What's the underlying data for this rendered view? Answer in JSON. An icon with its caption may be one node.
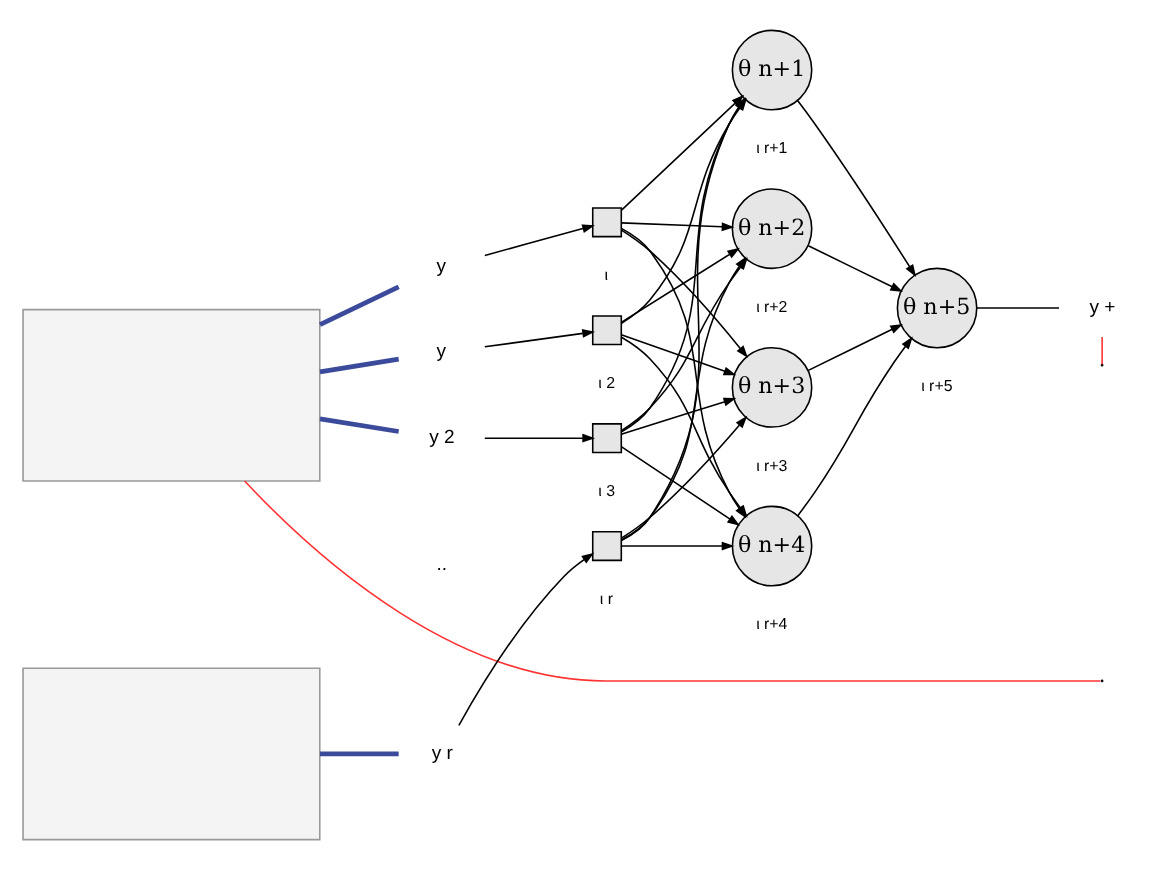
{
  "diagram": {
    "nodes": [
      {
        "text": [],
        "shape": "box"
      },
      {
        "text": [],
        "shape": "box"
      },
      {
        "text": [
          "y"
        ]
      },
      {
        "text": [
          "y"
        ]
      },
      {
        "text": [
          "y 2"
        ]
      },
      {
        "text": [
          "y r"
        ]
      },
      {
        "text": [],
        "shape": "box",
        "beside": [
          "ι"
        ]
      },
      {
        "text": [],
        "shape": "box",
        "beside": [
          "ι 2"
        ]
      },
      {
        "text": [],
        "shape": "box",
        "beside": [
          "ι 3"
        ]
      },
      {
        "text": [],
        "shape": "box",
        "beside": [
          "ι r"
        ]
      },
      {
        "text": [
          "θ n+1"
        ],
        "beside": [
          "ι r+1"
        ]
      },
      {
        "text": [
          "θ n+2"
        ],
        "beside": [
          "ι r+2"
        ]
      },
      {
        "text": [
          "θ n+3"
        ],
        "beside": [
          "ι r+3"
        ]
      },
      {
        "text": [
          "θ n+4"
        ],
        "beside": [
          "ι r+4"
        ]
      },
      {
        "text": [
          "θ n+5"
        ],
        "beside": [
          "ι r+5"
        ]
      },
      {
        "text": [
          "y +"
        ]
      }
    ],
    "edges": [
      {
        "from": 0,
        "to": 2,
        "arrow": "none",
        "color": "#3b4a9a",
        "style": "thick"
      },
      {
        "from": 0,
        "to": 3,
        "arrow": "none",
        "color": "#3b4a9a",
        "style": "thick"
      },
      {
        "from": 0,
        "to": 4,
        "arrow": "none",
        "color": "#3b4a9a",
        "style": "thick"
      },
      {
        "from": 1,
        "to": 5,
        "arrow": "none",
        "color": "#3b4a9a",
        "style": "thick"
      },
      {
        "from": 0,
        "to": null,
        "arrow": "none",
        "color": "#ff3333"
      },
      {
        "from": 2,
        "to": 6,
        "arrow": "to"
      },
      {
        "from": 3,
        "to": 7,
        "arrow": "to"
      },
      {
        "from": 4,
        "to": 8,
        "arrow": "to"
      },
      {
        "from": 5,
        "to": 9,
        "arrow": "to"
      },
      {
        "from": 6,
        "to": 10,
        "arrow": "to"
      },
      {
        "from": 6,
        "to": 11,
        "arrow": "to"
      },
      {
        "from": 6,
        "to": 12,
        "arrow": "to"
      },
      {
        "from": 6,
        "to": 13,
        "arrow": "to"
      },
      {
        "from": 7,
        "to": 10,
        "arrow": "to"
      },
      {
        "from": 7,
        "to": 11,
        "arrow": "to"
      },
      {
        "from": 7,
        "to": 12,
        "arrow": "to"
      },
      {
        "from": 7,
        "to": 13,
        "arrow": "to"
      },
      {
        "from": 8,
        "to": 10,
        "arrow": "to"
      },
      {
        "from": 8,
        "to": 11,
        "arrow": "to"
      },
      {
        "from": 8,
        "to": 12,
        "arrow": "to"
      },
      {
        "from": 8,
        "to": 13,
        "arrow": "to"
      },
      {
        "from": 9,
        "to": 10,
        "arrow": "to"
      },
      {
        "from": 9,
        "to": 11,
        "arrow": "to"
      },
      {
        "from": 9,
        "to": 12,
        "arrow": "to"
      },
      {
        "from": 9,
        "to": 13,
        "arrow": "to"
      },
      {
        "from": 10,
        "to": 14,
        "arrow": "to"
      },
      {
        "from": 11,
        "to": 14,
        "arrow": "to"
      },
      {
        "from": 12,
        "to": 14,
        "arrow": "to"
      },
      {
        "from": 13,
        "to": 14,
        "arrow": "to"
      },
      {
        "from": 14,
        "to": 15,
        "arrow": "none"
      },
      {
        "from": 15,
        "to": null,
        "arrow": "none",
        "color": "#ff3333"
      }
    ],
    "labels": [
      ".."
    ]
  }
}
